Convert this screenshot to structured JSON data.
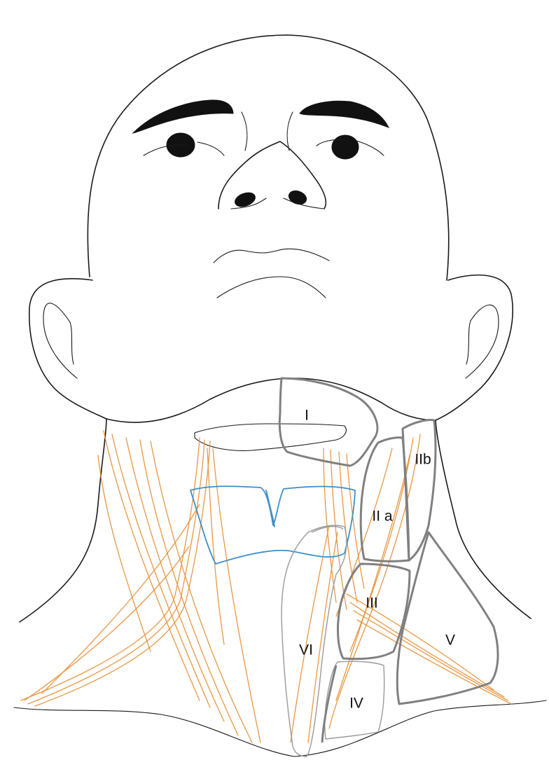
{
  "illustration": {
    "subject": "anterior neck with cervical lymph node levels",
    "colors": {
      "outline": "#1a1a1a",
      "muscle_fibers": "#e8913a",
      "thyroid_cartilage": "#3d8fc9",
      "zone_boundaries": "#808080"
    },
    "zones": {
      "level_1": "I",
      "level_2a": "II a",
      "level_2b": "IIb",
      "level_3": "III",
      "level_4": "IV",
      "level_5": "V",
      "level_6": "VI"
    }
  }
}
